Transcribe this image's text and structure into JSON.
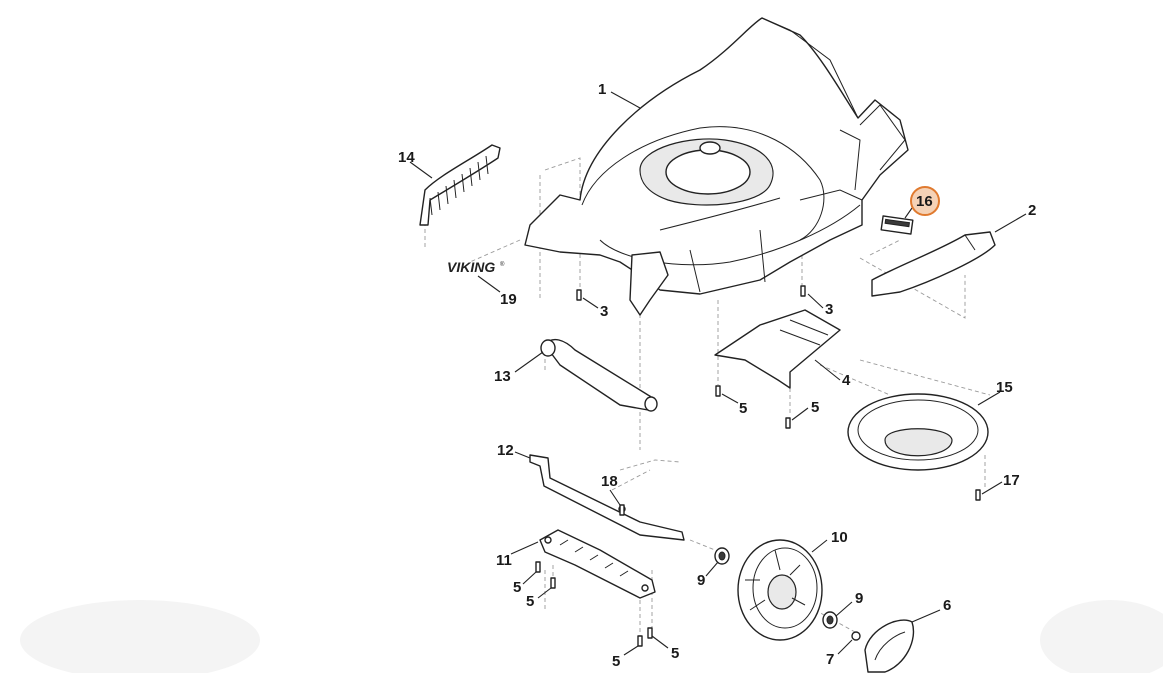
{
  "brand_logo": "VIKING",
  "brand_logo_mark": "®",
  "callouts": {
    "c1": "1",
    "c2": "2",
    "c3a": "3",
    "c3b": "3",
    "c4": "4",
    "c5a": "5",
    "c5b": "5",
    "c5c": "5",
    "c5d": "5",
    "c5e": "5",
    "c5f": "5",
    "c6": "6",
    "c7": "7",
    "c9a": "9",
    "c9b": "9",
    "c10": "10",
    "c11": "11",
    "c12": "12",
    "c13": "13",
    "c14": "14",
    "c15": "15",
    "c16": "16",
    "c17": "17",
    "c18": "18",
    "c19": "19"
  },
  "highlighted_callout": "16",
  "colors": {
    "highlight_fill": "#f5d2b6",
    "highlight_stroke": "#e07a2f",
    "line": "#222222"
  }
}
